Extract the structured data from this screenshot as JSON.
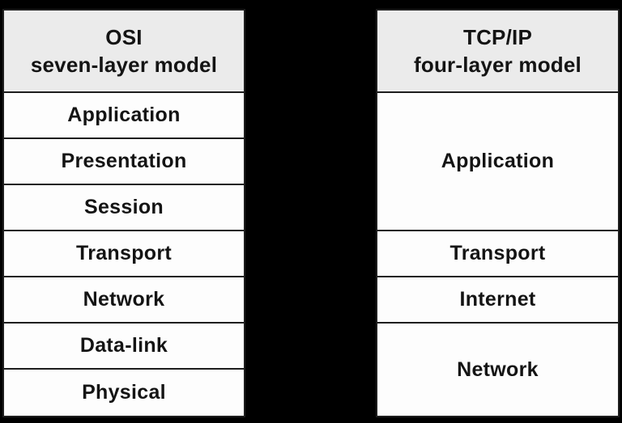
{
  "palette": {
    "background": "#000000",
    "header_bg": "#ebebeb",
    "cell_bg": "#fdfdfd",
    "border": "#1e1e1e",
    "text": "#141414"
  },
  "osi_table": {
    "title_line1": "OSI",
    "title_line2": "seven-layer model",
    "layers": [
      "Application",
      "Presentation",
      "Session",
      "Transport",
      "Network",
      "Data-link",
      "Physical"
    ]
  },
  "tcpip_table": {
    "title_line1": "TCP/IP",
    "title_line2": "four-layer model",
    "layers": [
      {
        "label": "Application",
        "span": 3
      },
      {
        "label": "Transport",
        "span": 1
      },
      {
        "label": "Internet",
        "span": 1
      },
      {
        "label": "Network",
        "span": 2
      }
    ]
  }
}
